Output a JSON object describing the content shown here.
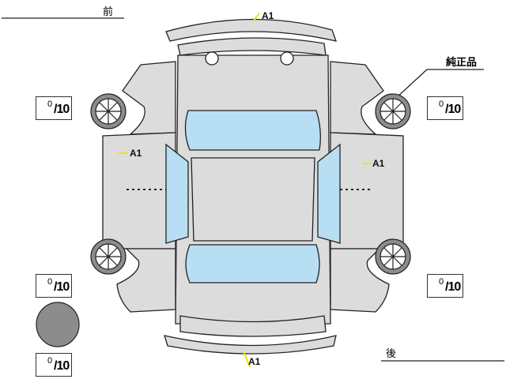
{
  "labels": {
    "front": "前",
    "rear": "後",
    "genuine": "純正品"
  },
  "markers": [
    "A1",
    "A1",
    "A1",
    "A1"
  ],
  "tires": [
    {
      "position": "front-left",
      "value": "0",
      "max": "/10"
    },
    {
      "position": "front-right",
      "value": "0",
      "max": "/10"
    },
    {
      "position": "rear-left",
      "value": "0",
      "max": "/10"
    },
    {
      "position": "rear-right",
      "value": "0",
      "max": "/10"
    },
    {
      "position": "spare",
      "value": "0",
      "max": "/10"
    }
  ],
  "colors": {
    "body": "#dcdcdc",
    "glass": "#b8def3",
    "marker": "#f2e400",
    "spare": "#8c8c8c"
  }
}
